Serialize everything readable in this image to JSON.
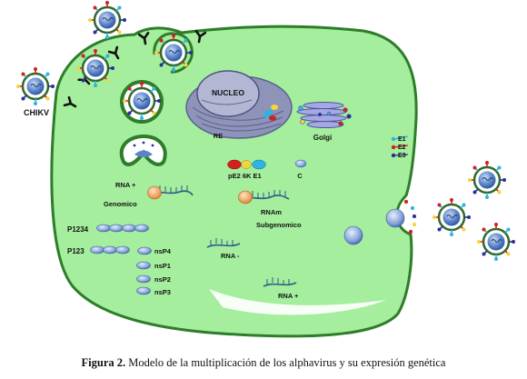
{
  "labels": {
    "virus": "CHIKV",
    "nucleus": "NUCLEO",
    "er": "RE",
    "golgi": "Golgi",
    "structural": "pE2  6K  E1",
    "capsid": "C",
    "genomic_line1": "RNA +",
    "genomic_line2": "Genomico",
    "p1234": "P1234",
    "p123": "P123",
    "nsp4": "nsP4",
    "nsp1": "nsP1",
    "nsp2": "nsP2",
    "nsp3": "nsP3",
    "rna_minus": "RNA -",
    "rna_plus": "RNA +",
    "subgenomic_line1": "RNAm",
    "subgenomic_line2": "Subgenomico",
    "e1": "E1",
    "e2": "E2",
    "e3": "E3"
  },
  "caption": {
    "figure_label": "Figura 2.",
    "text": " Modelo de la multiplicación de los alphavirus y su expresión genética"
  },
  "colors": {
    "cell_fill": "#a4ee9d",
    "cell_stroke": "#2e7d2a",
    "nucleus": "#9aa0bf",
    "golgi": "#a5a8e2",
    "virus_core": "#5a84c9",
    "e1": "#2fb3e0",
    "e2": "#d42020",
    "e3": "#2a2f9a",
    "glyco": "#f2d43c"
  }
}
